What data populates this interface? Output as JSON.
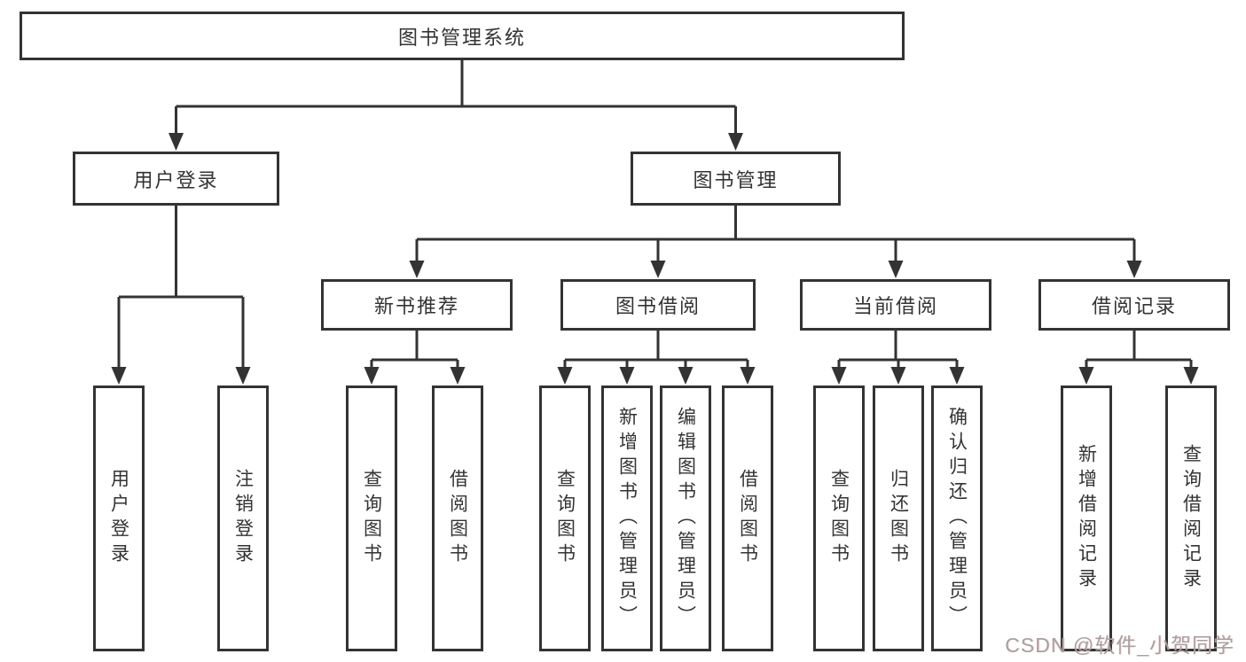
{
  "diagram_type": "hierarchy-tree",
  "tree": {
    "label": "图书管理系统",
    "children": [
      {
        "label": "用户登录",
        "children": [
          {
            "label": "用户登录"
          },
          {
            "label": "注销登录"
          }
        ]
      },
      {
        "label": "图书管理",
        "children": [
          {
            "label": "新书推荐",
            "children": [
              {
                "label": "查询图书"
              },
              {
                "label": "借阅图书"
              }
            ]
          },
          {
            "label": "图书借阅",
            "children": [
              {
                "label": "查询图书"
              },
              {
                "label": "新增图书（管理员）"
              },
              {
                "label": "编辑图书（管理员）"
              },
              {
                "label": "借阅图书"
              }
            ]
          },
          {
            "label": "当前借阅",
            "children": [
              {
                "label": "查询图书"
              },
              {
                "label": "归还图书"
              },
              {
                "label": "确认归还（管理员）"
              }
            ]
          },
          {
            "label": "借阅记录",
            "children": [
              {
                "label": "新增借阅记录"
              },
              {
                "label": "查询借阅记录"
              }
            ]
          }
        ]
      }
    ]
  },
  "watermark": "CSDN @软件_小贺同学",
  "colors": {
    "bg": "#ffffff",
    "line": "#333333",
    "border": "#333333",
    "text": "#333333",
    "watermark": "#a8a0a0"
  }
}
